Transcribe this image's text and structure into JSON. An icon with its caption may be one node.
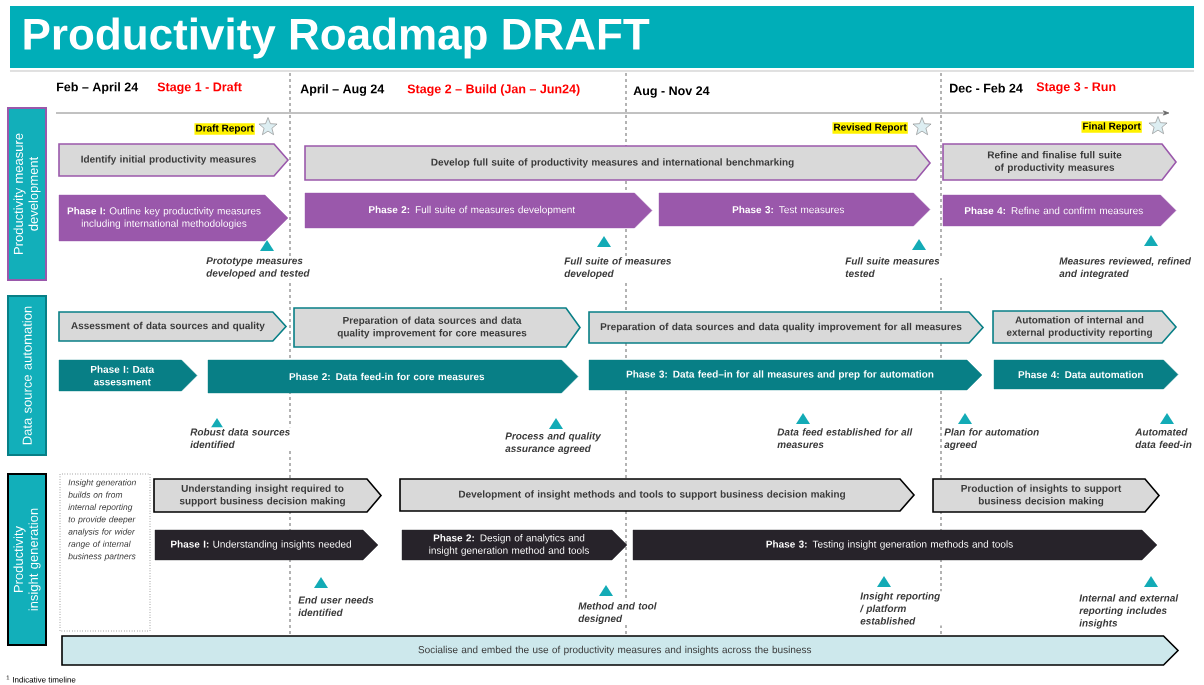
{
  "diagram": {
    "title": "Productivity Roadmap DRAFT",
    "nodes": [
      {
        "text": [
          "Productivity measure development"
        ]
      },
      {
        "text": [
          "Identify initial productivity measures"
        ]
      },
      {
        "text": [
          "Develop full suite of productivity measures and international benchmarking"
        ]
      },
      {
        "text": [
          "Refine and finalise full suite of productivity measures"
        ]
      },
      {
        "text": [
          "**Phase I:** Outline key productivity measures including international methodologies"
        ]
      },
      {
        "text": [
          "**Phase 2:** Full suite of measures development"
        ]
      },
      {
        "text": [
          "**Phase 3:** Test measures"
        ]
      },
      {
        "text": [
          "**Phase 4:** Refine and confirm measures"
        ]
      },
      {
        "text": [
          "Data source automation"
        ]
      },
      {
        "text": [
          "Assessment of data sources and quality"
        ]
      },
      {
        "text": [
          "Preparation of data sources and data quality improvement for core measures"
        ]
      },
      {
        "text": [
          "Preparation of data sources and data quality improvement for all measures"
        ]
      },
      {
        "text": [
          "Automation of internal and external productivity reporting"
        ]
      },
      {
        "text": [
          "Phase I: Data assessment"
        ]
      },
      {
        "text": [
          "Phase 2: Data feed-in for core measures"
        ]
      },
      {
        "text": [
          "Phase 3: Data feed–in for all measures and prep for automation"
        ]
      },
      {
        "text": [
          "Phase 4: Data automation"
        ]
      },
      {
        "text": [
          "Productivity insight generation"
        ]
      },
      {
        "text": [
          "Insight generation builds on from internal reporting to provide deeper analysis for wider range of internal business partners"
        ]
      },
      {
        "text": [
          "Understanding insight required to support business decision making"
        ]
      },
      {
        "text": [
          "Development of insight methods and tools to support business decision making"
        ]
      },
      {
        "text": [
          "Production of insights to support business decision making"
        ]
      },
      {
        "text": [
          "**Phase I:** Understanding insights needed"
        ]
      },
      {
        "text": [
          "**Phase 2:** Design of analytics and insight generation method and tools"
        ]
      },
      {
        "text": [
          "**Phase 3:** Testing insight generation methods and tools"
        ]
      },
      {
        "text": [
          "Socialise and embed the use of productivity measures and insights across the business"
        ]
      }
    ],
    "labels": [
      "Feb – April 24",
      "Stage 1 - Draft",
      "April – Aug 24",
      "Stage 2 – Build (Jan – Jun24)",
      "Aug - Nov 24",
      "Dec - Feb 24",
      "Stage 3 - Run",
      "Draft Report",
      "Revised Report",
      "Final Report",
      "Prototype measures developed and tested",
      "Full suite of measures developed",
      "Full suite measures tested",
      "Measures reviewed, refined and integrated",
      "Robust data sources identified",
      "Process and quality assurance agreed",
      "Data feed established for all measures",
      "Plan for automation agreed",
      "Automated data feed-in",
      "End user needs identified",
      "Method and tool designed",
      "Insight reporting / platform established",
      "Internal and external reporting includes insights",
      "$^{1}$ Indicative timeline"
    ]
  }
}
